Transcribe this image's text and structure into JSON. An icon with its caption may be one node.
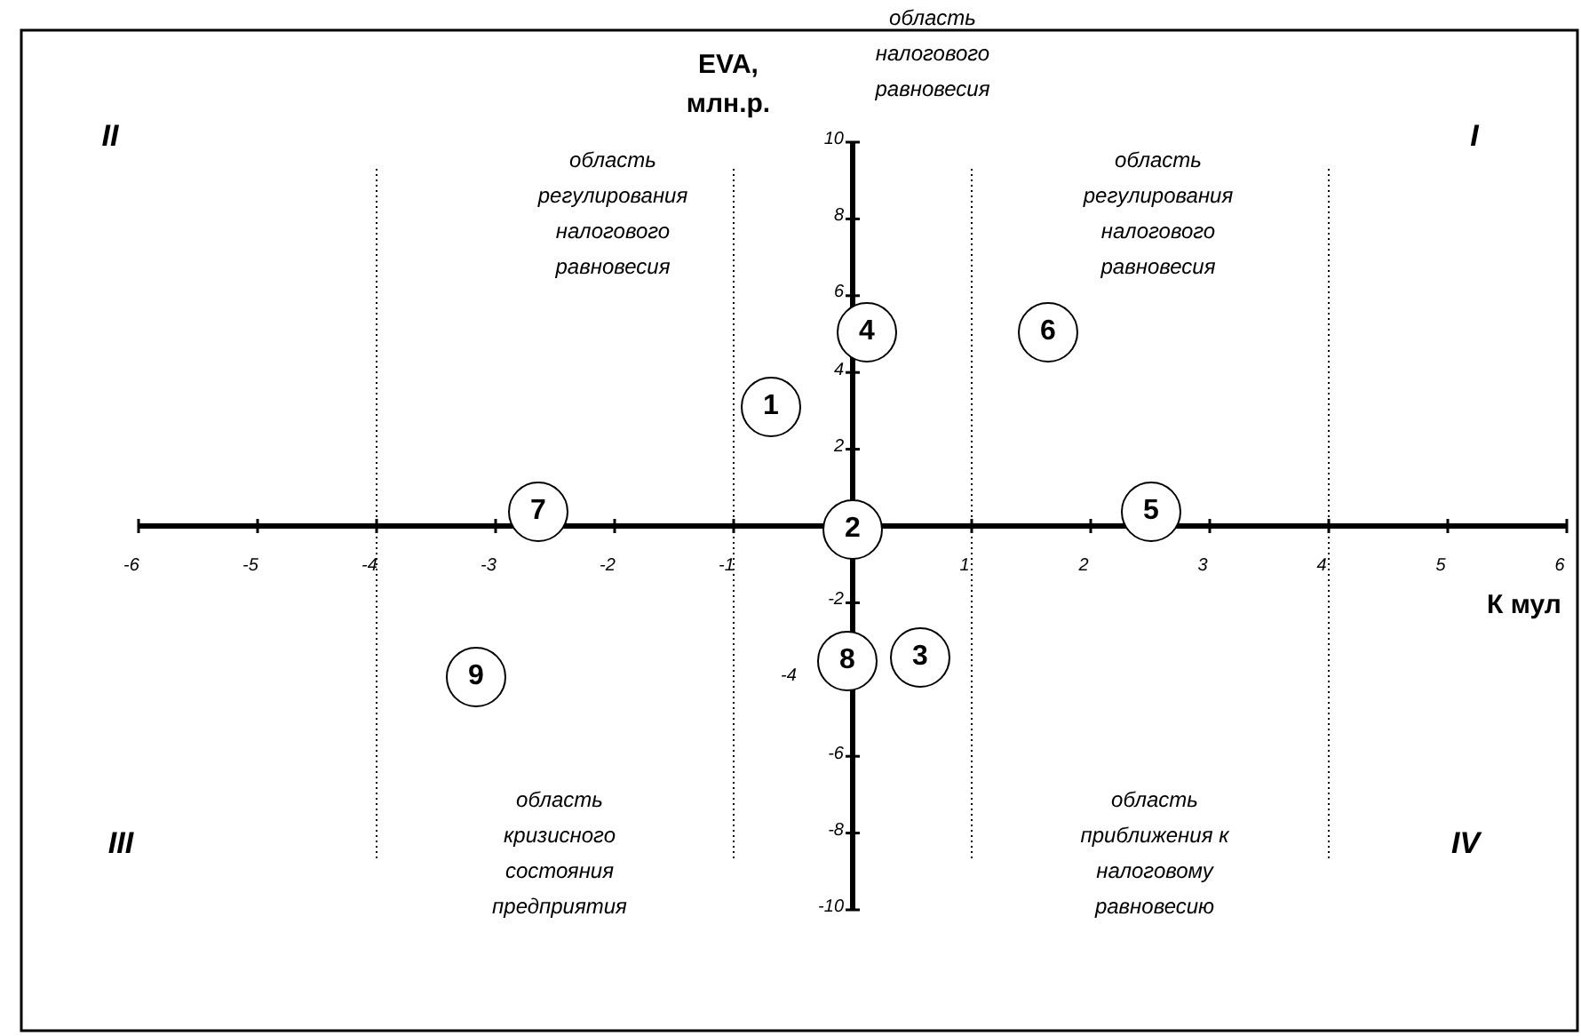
{
  "diagram": {
    "nodes": [
      {
        "text": [
          "1"
        ]
      },
      {
        "text": [
          "2"
        ]
      },
      {
        "text": [
          "3"
        ]
      },
      {
        "text": [
          "4"
        ]
      },
      {
        "text": [
          "5"
        ]
      },
      {
        "text": [
          "6"
        ]
      },
      {
        "text": [
          "7"
        ]
      },
      {
        "text": [
          "8"
        ]
      },
      {
        "text": [
          "9"
        ]
      }
    ],
    "edges": [],
    "labels": [
      "EVA, млн.р.",
      "область налогового равновесия",
      "II",
      "I",
      "10",
      "область регулирования налогового равновесия",
      "область регулирования налогового равновесия",
      "8",
      "6",
      "4",
      "2",
      "-6",
      "-5",
      "-4",
      "-3",
      "-2",
      "-1",
      "1",
      "2",
      "3",
      "4",
      "5",
      "6",
      "-2",
      "К мул",
      "-4",
      "-6",
      "III",
      "область кризисного состояния предприятия",
      "-8",
      "область приближения к налоговому равновесию",
      "IV",
      "-10"
    ]
  }
}
